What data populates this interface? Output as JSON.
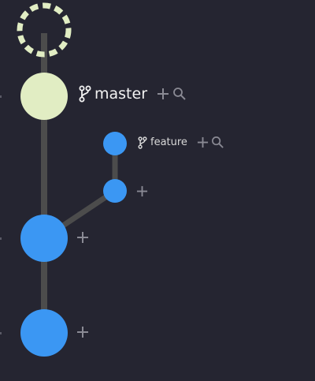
{
  "colors": {
    "background": "#252531",
    "line": "#4c4c4c",
    "master_commit": "#e1edc3",
    "commit": "#3b97f3",
    "pending_dash": "#e1edc3",
    "icon": "#8a8a94",
    "label": "#f2f2f2"
  },
  "branches": [
    {
      "name": "master",
      "icons": [
        "branch-icon",
        "plus-icon",
        "search-icon"
      ]
    },
    {
      "name": "feature",
      "icons": [
        "branch-icon",
        "plus-icon",
        "search-icon"
      ]
    }
  ],
  "commits": [
    {
      "id": "pending",
      "branch": "master",
      "style": "dashed"
    },
    {
      "id": "master-head",
      "branch": "master",
      "style": "filled"
    },
    {
      "id": "feature-head",
      "branch": "feature",
      "style": "filled"
    },
    {
      "id": "feature-base",
      "branch": "feature",
      "style": "filled",
      "action": "plus-icon"
    },
    {
      "id": "master-mid",
      "branch": "master",
      "style": "filled",
      "action": "plus-icon"
    },
    {
      "id": "master-root",
      "branch": "master",
      "style": "filled",
      "action": "plus-icon"
    }
  ]
}
